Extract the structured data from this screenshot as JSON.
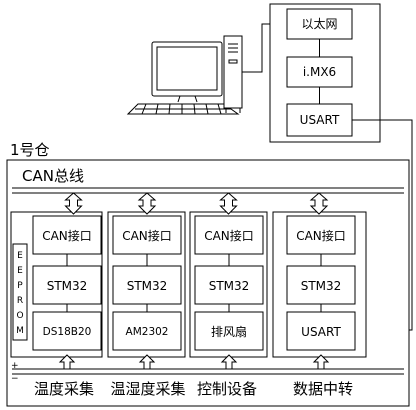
{
  "network": {
    "ethernet": "以太网",
    "imx6": "i.MX6",
    "usart": "USART"
  },
  "warehouse": {
    "title": "1号仓",
    "bus": "CAN总线",
    "plus": "+",
    "minus": "−"
  },
  "modules": [
    {
      "can": "CAN接口",
      "mcu": "STM32",
      "device": "DS18B20",
      "eeprom": [
        "E",
        "E",
        "P",
        "R",
        "O",
        "M"
      ],
      "caption": "温度采集"
    },
    {
      "can": "CAN接口",
      "mcu": "STM32",
      "device": "AM2302",
      "caption": "温湿度采集"
    },
    {
      "can": "CAN接口",
      "mcu": "STM32",
      "device": "排风扇",
      "caption": "控制设备"
    },
    {
      "can": "CAN接口",
      "mcu": "STM32",
      "device": "USART",
      "caption": "数据中转"
    }
  ]
}
